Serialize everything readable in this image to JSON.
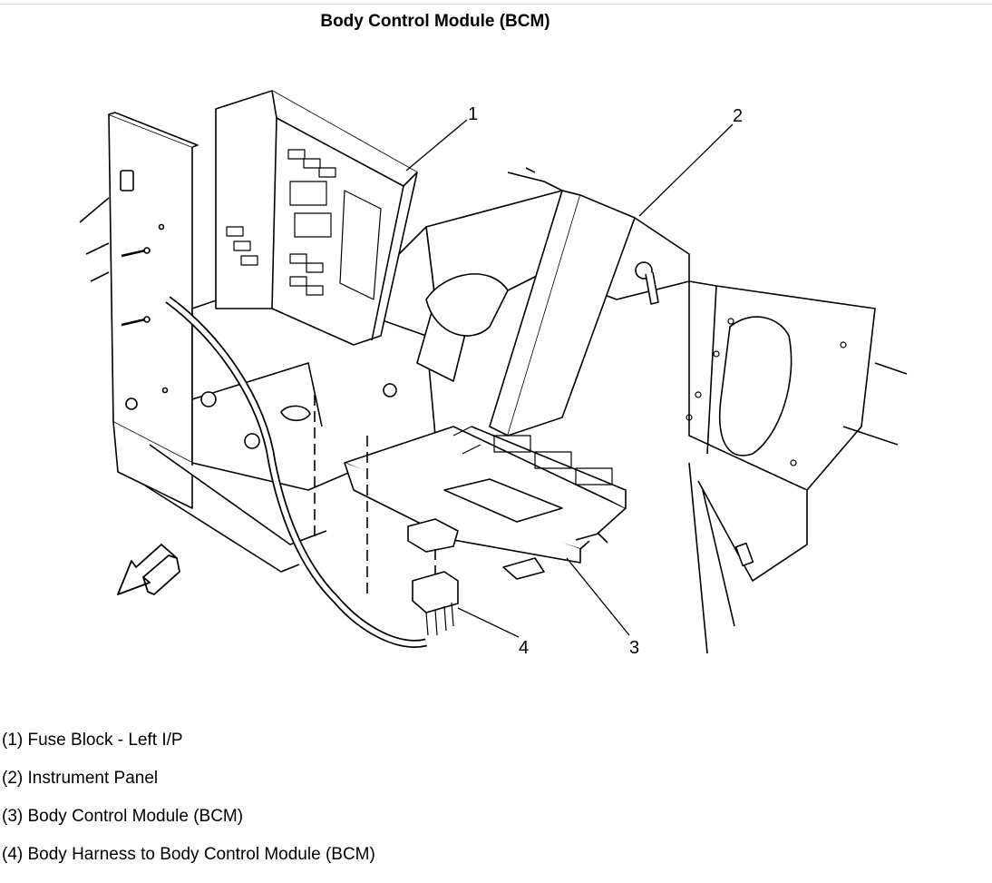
{
  "title": "Body Control Module (BCM)",
  "callouts": [
    "1",
    "2",
    "3",
    "4"
  ],
  "legend": [
    "(1) Fuse Block - Left I/P",
    "(2) Instrument Panel",
    "(3) Body Control Module (BCM)",
    "(4) Body Harness to Body Control Module (BCM)"
  ],
  "icons": {
    "direction": "front-arrow-icon"
  }
}
